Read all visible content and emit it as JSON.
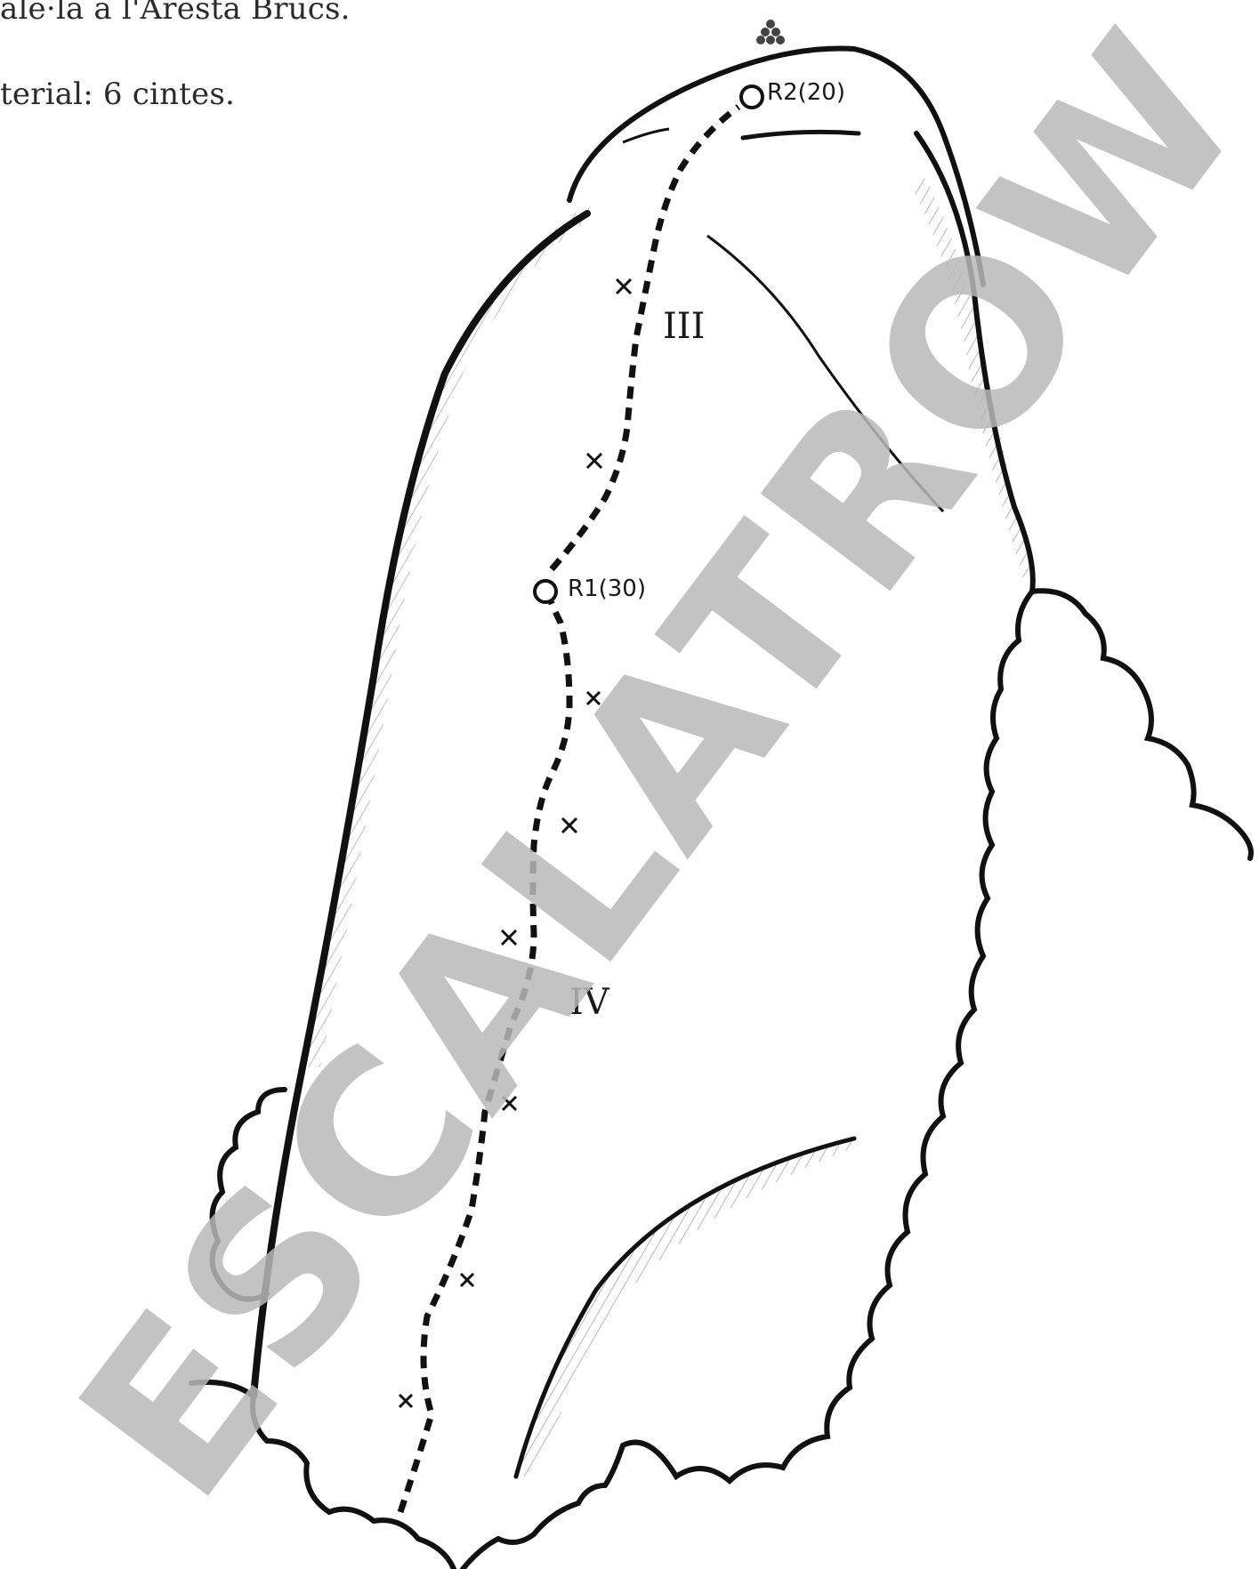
{
  "text": {
    "line1": "ale·la a l'Aresta Brucs.",
    "line2": "terial: 6 cintes."
  },
  "topo": {
    "belays": [
      {
        "name": "R1",
        "label": "R1(30)"
      },
      {
        "name": "R2",
        "label": "R2(20)"
      }
    ],
    "grades": [
      {
        "pitch": 1,
        "grade": "IV"
      },
      {
        "pitch": 2,
        "grade": "III"
      }
    ],
    "bolt_count": 8,
    "summit_icon": "cairn-icon"
  },
  "watermark": {
    "text": "ESCALATROW"
  },
  "colors": {
    "ink": "#111111",
    "watermark": "#b8b8b8",
    "background": "#ffffff"
  }
}
